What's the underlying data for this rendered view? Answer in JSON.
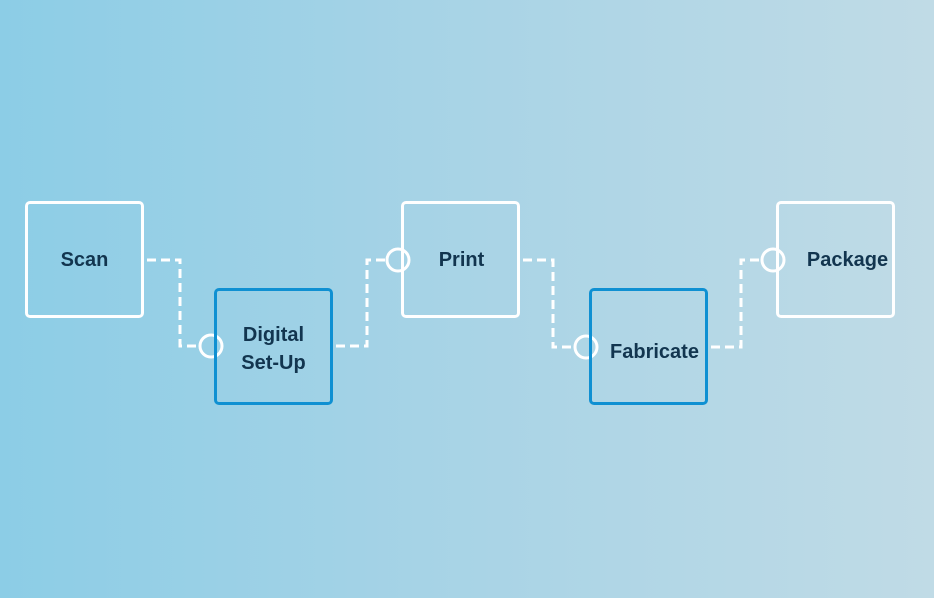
{
  "diagram": {
    "steps": [
      {
        "label": "Scan",
        "style": "outline-white"
      },
      {
        "label": "Digital\nSet-Up",
        "style": "outline-blue"
      },
      {
        "label": "Print",
        "style": "outline-white"
      },
      {
        "label": "Fabricate",
        "style": "outline-blue"
      },
      {
        "label": "Package",
        "style": "outline-white"
      }
    ],
    "colors": {
      "background_left": "#8ccde6",
      "background_right": "#c0dbe6",
      "outline_white": "#ffffff",
      "outline_blue": "#0f90d2",
      "label_text": "#12354f",
      "connector": "#ffffff"
    }
  }
}
